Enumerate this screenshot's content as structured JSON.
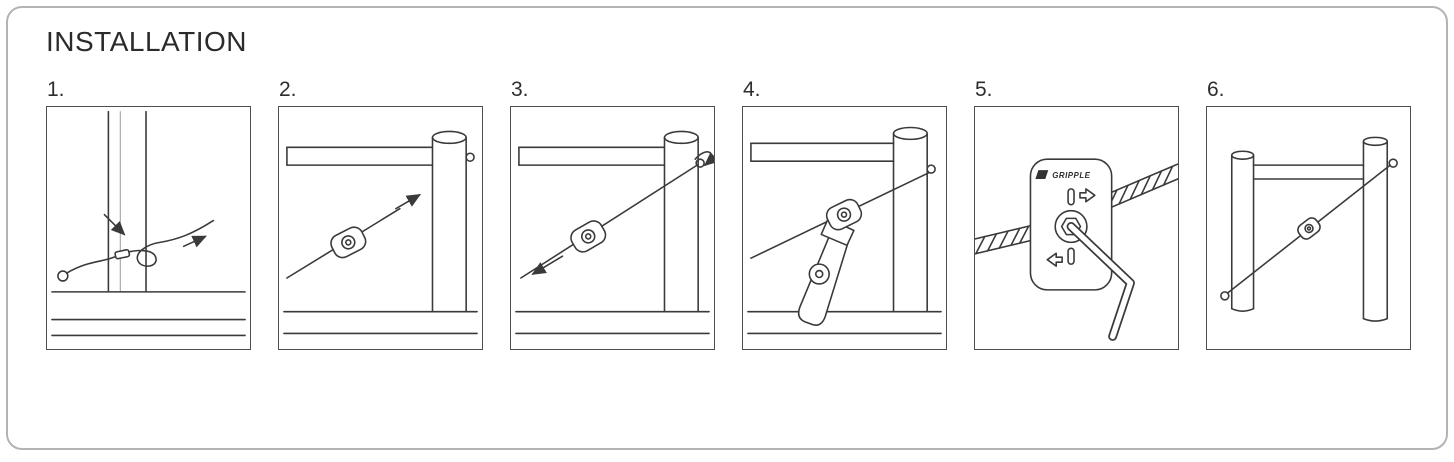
{
  "title": "INSTALLATION",
  "steps": [
    {
      "number": "1."
    },
    {
      "number": "2."
    },
    {
      "number": "3."
    },
    {
      "number": "4."
    },
    {
      "number": "5."
    },
    {
      "number": "6."
    }
  ],
  "brand": {
    "gripple_logo": "GRIPPLE"
  }
}
